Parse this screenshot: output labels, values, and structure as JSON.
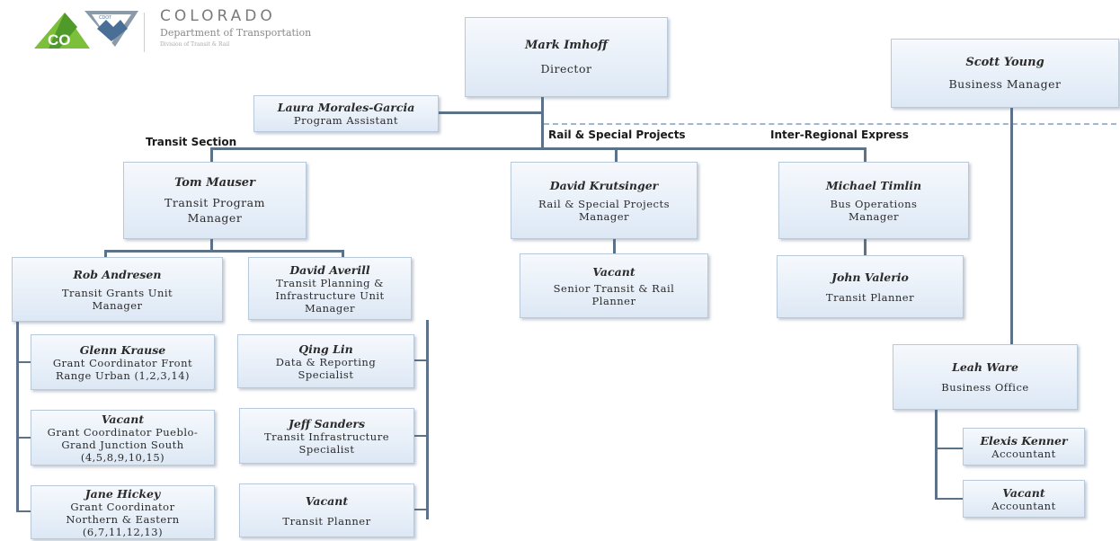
{
  "header": {
    "logo_text": "CO",
    "logo_badge": "CDOT",
    "brand_name": "COLORADO",
    "department": "Department of Transportation",
    "division": "Division of Transit & Rail"
  },
  "sections": {
    "transit": "Transit Section",
    "rail": "Rail & Special Projects",
    "express": "Inter-Regional Express"
  },
  "director": {
    "name": "Mark Imhoff",
    "title": "Director"
  },
  "business_manager": {
    "name": "Scott Young",
    "title": "Business Manager"
  },
  "program_assistant": {
    "name": "Laura Morales-Garcia",
    "title": "Program Assistant"
  },
  "transit_manager": {
    "name": "Tom Mauser",
    "title": "Transit Program Manager"
  },
  "rail_manager": {
    "name": "David Krutsinger",
    "title": "Rail & Special Projects Manager"
  },
  "bus_manager": {
    "name": "Michael Timlin",
    "title": "Bus Operations Manager"
  },
  "grants_manager": {
    "name": "Rob Andresen",
    "title": "Transit Grants Unit Manager"
  },
  "planning_manager": {
    "name": "David Averill",
    "title": "Transit Planning & Infrastructure Unit Manager"
  },
  "rail_planner": {
    "name": "Vacant",
    "title": "Senior Transit & Rail Planner"
  },
  "bus_planner": {
    "name": "John Valerio",
    "title": "Transit Planner"
  },
  "grant_coord_1": {
    "name": "Glenn Krause",
    "title": "Grant Coordinator Front Range Urban (1,2,3,14)"
  },
  "grant_coord_2": {
    "name": "Vacant",
    "title": "Grant Coordinator Pueblo-Grand Junction South (4,5,8,9,10,15)"
  },
  "grant_coord_3": {
    "name": "Jane Hickey",
    "title": "Grant Coordinator Northern & Eastern (6,7,11,12,13)"
  },
  "data_specialist": {
    "name": "Qing Lin",
    "title": "Data & Reporting Specialist"
  },
  "infra_specialist": {
    "name": "Jeff Sanders",
    "title": "Transit Infrastructure Specialist"
  },
  "planning_planner": {
    "name": "Vacant",
    "title": "Transit Planner"
  },
  "business_office": {
    "name": "Leah Ware",
    "title": "Business Office"
  },
  "accountant_1": {
    "name": "Elexis Kenner",
    "title": "Accountant"
  },
  "accountant_2": {
    "name": "Vacant",
    "title": "Accountant"
  }
}
